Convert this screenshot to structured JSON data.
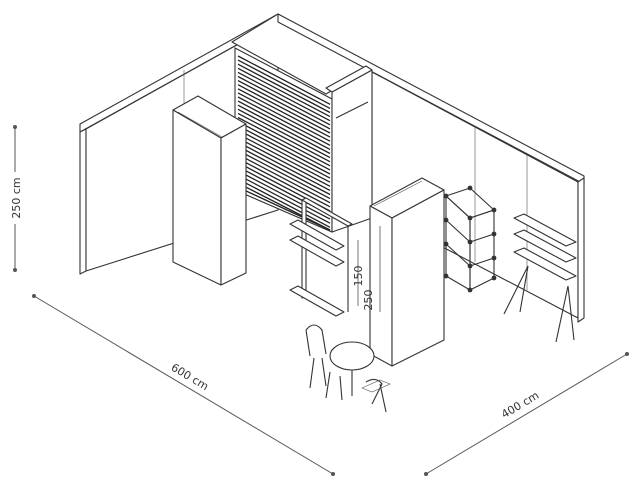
{
  "dimensions": {
    "height_label": "250 cm",
    "length_label": "600 cm",
    "depth_label": "400 cm",
    "counter_height_label": "150",
    "tower_height_label": "250"
  },
  "colors": {
    "line": "#333333",
    "background": "#ffffff",
    "dimension_line": "#555555"
  }
}
